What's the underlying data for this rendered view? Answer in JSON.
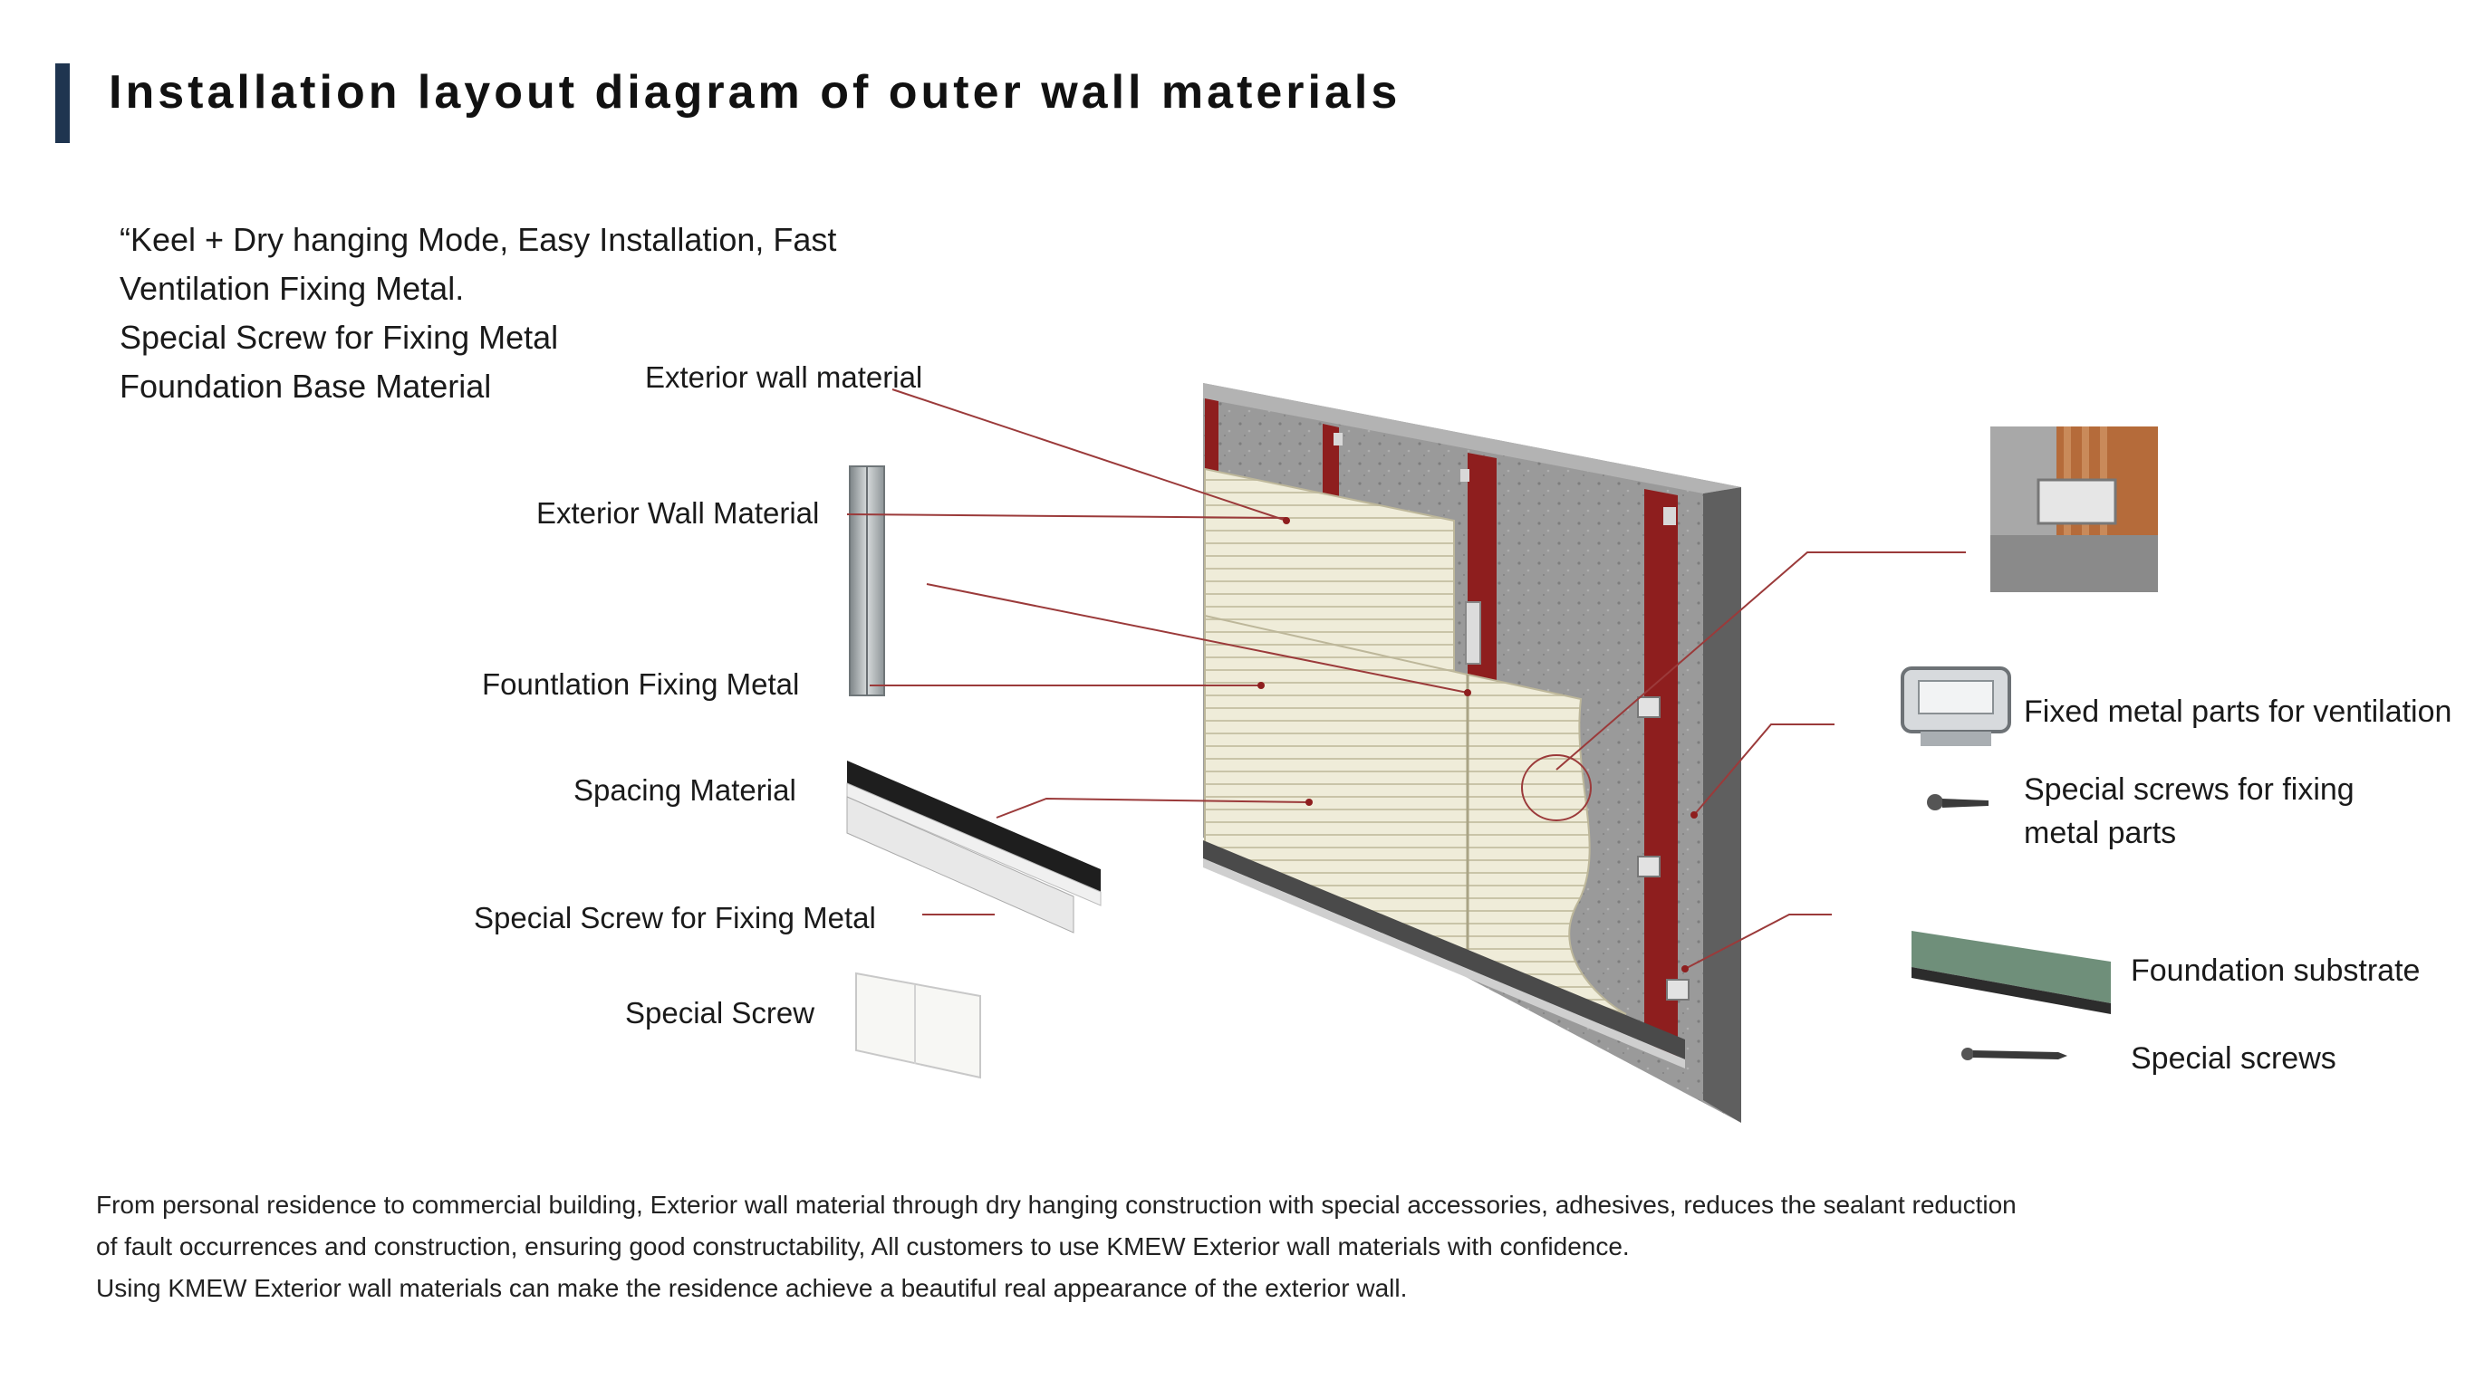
{
  "header": {
    "title": "Installation layout diagram of outer wall materials"
  },
  "intro": {
    "lines": [
      "“Keel + Dry hanging Mode, Easy Installation, Fast",
      "Ventilation Fixing Metal.",
      "Special Screw for Fixing Metal",
      "Foundation Base Material"
    ]
  },
  "callouts_left": {
    "exterior_wall_material_top": "Exterior wall material",
    "exterior_wall_material": "Exterior Wall Material",
    "foundation_fixing_metal": "Fountlation Fixing Metal",
    "spacing_material": "Spacing Material",
    "special_screw_fixing_metal": "Special Screw for Fixing Metal",
    "special_screw": "Special Screw"
  },
  "callouts_right": {
    "fixed_metal_ventilation": "Fixed metal parts for ventilation",
    "special_screws_fixing_line1": "Special screws for fixing",
    "special_screws_fixing_line2": "metal parts",
    "foundation_substrate": "Foundation substrate",
    "special_screws": "Special screws"
  },
  "footer": {
    "lines": [
      "From personal residence to commercial building, Exterior wall material through dry hanging construction with special accessories, adhesives, reduces the sealant reduction",
      "of fault occurrences and construction, ensuring good constructability, All customers to use KMEW Exterior wall materials with confidence.",
      "Using KMEW Exterior wall materials can make the residence achieve a beautiful real appearance of the exterior wall."
    ]
  },
  "colors": {
    "accent_bar": "#1f3550",
    "steel_keel": "#8e1e1e",
    "concrete": "#8f8f8f",
    "panel": "#ece9d6",
    "leader_line": "#9b3a3a"
  }
}
